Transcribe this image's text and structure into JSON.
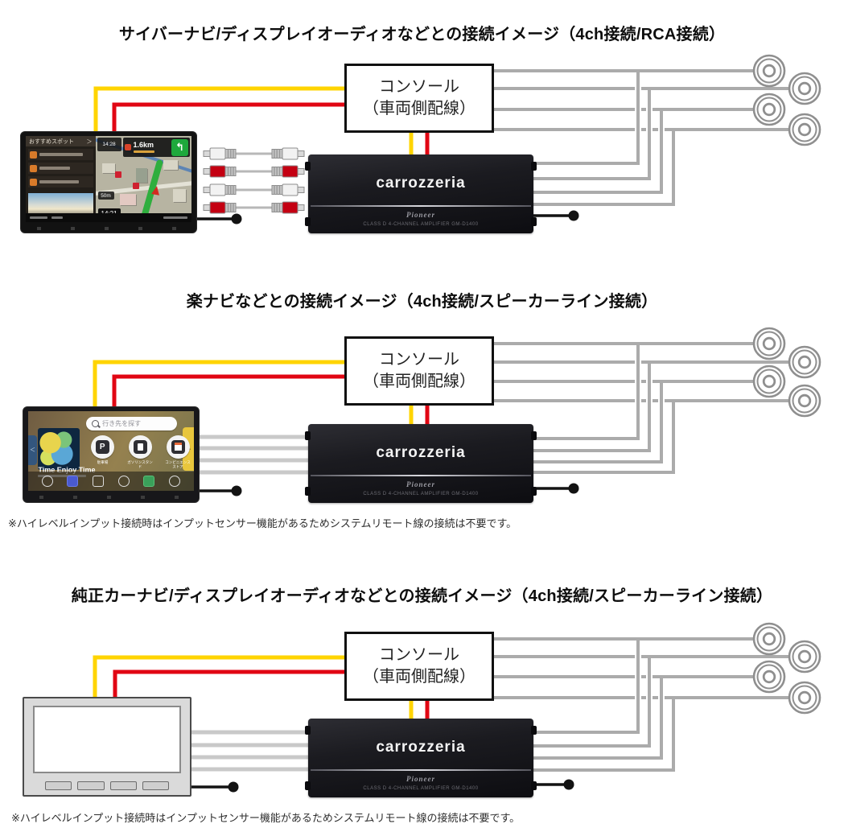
{
  "colors": {
    "wire_yellow": "#ffd400",
    "wire_red": "#e10613",
    "wire_gray": "#ababab",
    "wire_black": "#111111",
    "rca_red": "#c40012",
    "speaker_ring": "#8f8f8f",
    "amp_body": "#1b1b20"
  },
  "diagram1": {
    "title": "サイバーナビ/ディスプレイオーディオなどとの接続イメージ（4ch接続/RCA接続）"
  },
  "diagram2": {
    "title": "楽ナビなどとの接続イメージ（4ch接続/スピーカーライン接続）"
  },
  "diagram3": {
    "title": "純正カーナビ/ディスプレイオーディオなどとの接続イメージ（4ch接続/スピーカーライン接続）"
  },
  "console": {
    "line1": "コンソール",
    "line2": "（車両側配線）"
  },
  "amplifier": {
    "brand": "carrozzeria",
    "logo": "Pioneer",
    "model": "CLASS D 4-CHANNEL AMPLIFIER GM-D1400"
  },
  "note": "※ハイレベルインプット接続時はインプットセンサー機能があるためシステムリモート線の接続は不要です。",
  "cyber_navi": {
    "spot_panel_title": "おすすめスポット",
    "chevron": "＞",
    "distance_to_turn": "1.6km",
    "eta": "14:28",
    "map_scale": "50m",
    "clock": "14:21",
    "turn_arrow": "↰"
  },
  "raku_navi": {
    "left_tab": "＜",
    "right_tab": "＞",
    "search_placeholder": "行き先を探す",
    "tagline": "Time Enjoy Time",
    "app1_glyph": "P",
    "app1": "駐車場",
    "app2": "ガソリンスタンド",
    "app3": "コンビニエンスストア"
  }
}
